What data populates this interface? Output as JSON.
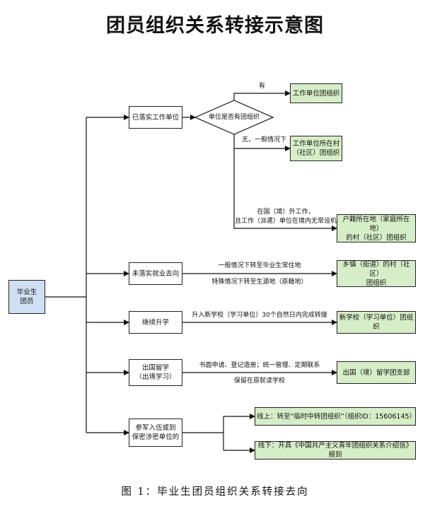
{
  "title": "团员组织关系转接示意图",
  "caption": "图 1：毕业生团员组织关系转接去向",
  "root": "毕业生\n团员",
  "decision": "单位是否有团组织",
  "categories": [
    "已落实工作单位",
    "未落实就业去向",
    "继续升学",
    "出国留学\n（出境学习）",
    "参军入伍或到\n保密涉密单位的"
  ],
  "edge_labels": {
    "yes": "有",
    "no_general": "无，一般情况下",
    "abroad_1": "在国（境）外工作，",
    "abroad_2": "且工作（派遣）单位在境内无常设机构",
    "unemployed_1": "一般情况下转至毕业生常住地",
    "unemployed_2": "特殊情况下转至生源地（原籍地）",
    "study_1": "升入新学校（学习单位）30个自然日内完成转接",
    "overseas_1": "书面申请、登记造册；统一管理、定期联系",
    "overseas_2": "保留在原就读学校"
  },
  "targets": {
    "unit_org": "工作单位团组织",
    "village_org": "工作单位所在村\n（社区）团组织",
    "household_org": "户籍所在地（家庭所在地）\n的村（社区）团组织",
    "township_org": "乡镇（街道）的村（社区）\n团组织",
    "school_org": "新学校（学习单位）团组织",
    "overseas_org": "出国（境）留学团支部",
    "online": "线上：转至“临时中转团组织”（组织ID：15606145）",
    "offline": "线下：开具《中国共产主义青年团组织关系介绍信》报到"
  }
}
